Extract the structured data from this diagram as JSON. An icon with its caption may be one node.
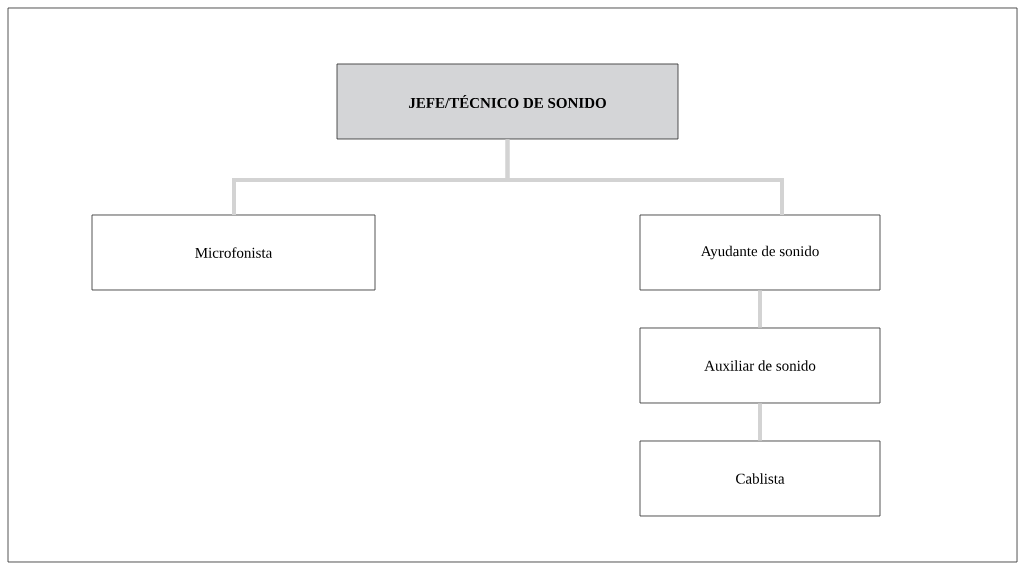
{
  "diagram": {
    "nodes": [
      {
        "text": [
          "JEFE/TÉCNICO DE SONIDO"
        ]
      },
      {
        "text": [
          "Microfonista"
        ]
      },
      {
        "text": [
          "Ayudante de sonido"
        ]
      },
      {
        "text": [
          "Auxiliar de sonido"
        ]
      },
      {
        "text": [
          "Cablista"
        ]
      }
    ],
    "edges": [
      {
        "from": 0,
        "to": 1,
        "arrow": "none"
      },
      {
        "from": 0,
        "to": 2,
        "arrow": "none"
      },
      {
        "from": 2,
        "to": 3,
        "arrow": "none"
      },
      {
        "from": 3,
        "to": 4,
        "arrow": "none"
      }
    ]
  }
}
